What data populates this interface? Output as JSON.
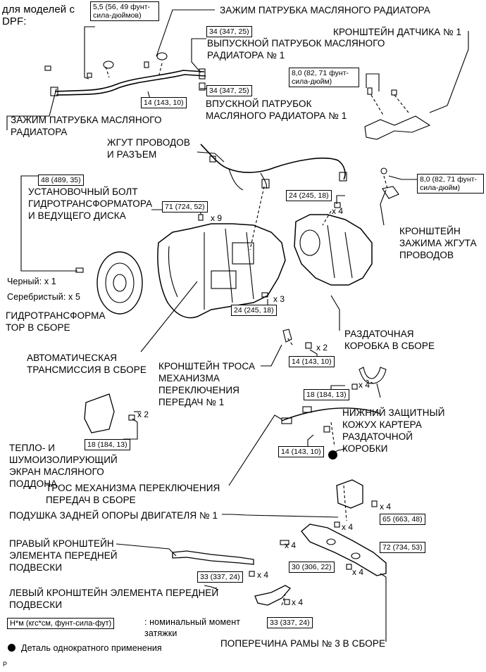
{
  "dpf_note": "для моделей с\nDPF:",
  "torques": {
    "t_5_5": "5,5 (56, 49 фунт-\nсила-дюймов)",
    "t_34_a": "34 (347, 25)",
    "t_34_b": "34 (347, 25)",
    "t_14_a": "14 (143, 10)",
    "t_8_a": "8,0 (82, 71 фунт-\nсила-дюйм)",
    "t_8_b": "8,0 (82, 71 фунт-\nсила-дюйм)",
    "t_48": "48 (489, 35)",
    "t_71": "71 (724, 52)",
    "t_24_a": "24 (245, 18)",
    "t_24_b": "24 (245, 18)",
    "t_14_b": "14 (143, 10)",
    "t_18_a": "18 (184, 13)",
    "t_18_b": "18 (184, 13)",
    "t_14_c": "14 (143, 10)",
    "t_65": "65 (663, 48)",
    "t_72": "72 (734, 53)",
    "t_30": "30 (306, 22)",
    "t_33_a": "33 (337, 24)",
    "t_33_b": "33 (337, 24)"
  },
  "labels": {
    "oil_cooler_hose_clamp_top": "ЗАЖИМ ПАТРУБКА МАСЛЯНОГО РАДИАТОРА",
    "outlet_hose": "ВЫПУСКНОЙ ПАТРУБОК МАСЛЯНОГО\nРАДИАТОРА № 1",
    "inlet_hose": "ВПУСКНОЙ ПАТРУБОК\nМАСЛЯНОГО РАДИАТОРА № 1",
    "oil_cooler_hose_clamp_left": "ЗАЖИМ ПАТРУБКА МАСЛЯНОГО\nРАДИАТОРА",
    "sensor_bracket": "КРОНШТЕЙН ДАТЧИКА № 1",
    "wire_harness": "ЖГУТ ПРОВОДОВ\nИ РАЗЪЕМ",
    "torque_converter_bolt": "УСТАНОВОЧНЫЙ БОЛТ\nГИДРОТРАНСФОРМАТОРА\nИ ВЕДУЩЕГО ДИСКА",
    "black": "Черный: x 1",
    "silver": "Серебристый: x 5",
    "torque_converter": "ГИДРОТРАНСФОРМА\nТОР В СБОРЕ",
    "harness_clamp_bracket": "КРОНШТЕЙН\nЗАЖИМА ЖГУТА\nПРОВОДОВ",
    "transfer_assembly": "РАЗДАТОЧНАЯ\nКОРОБКА В СБОРЕ",
    "auto_transmission": "АВТОМАТИЧЕСКАЯ\nТРАНСМИССИЯ В СБОРЕ",
    "shift_cable_bracket": "КРОНШТЕЙН ТРОСА\nМЕХАНИЗМА\nПЕРЕКЛЮЧЕНИЯ\nПЕРЕДАЧ № 1",
    "transfer_lower_cover": "НИЖНИЙ ЗАЩИТНЫЙ\nКОЖУХ КАРТЕРА\nРАЗДАТОЧНОЙ\nКОРОБКИ",
    "oil_pan_shield": "ТЕПЛО- И\nШУМОИЗОЛИРУЮЩИЙ\nЭКРАН МАСЛЯНОГО\nПОДДОНА",
    "shift_cable": "ТРОС МЕХАНИЗМА ПЕРЕКЛЮЧЕНИЯ\nПЕРЕДАЧ В СБОРЕ",
    "rear_mount_insulator": "ПОДУШКА ЗАДНЕЙ ОПОРЫ ДВИГАТЕЛЯ № 1",
    "right_front_susp_bracket": "ПРАВЫЙ КРОНШТЕЙН\nЭЛЕМЕНТА ПЕРЕДНЕЙ\nПОДВЕСКИ",
    "left_front_susp_bracket": "ЛЕВЫЙ КРОНШТЕЙН ЭЛЕМЕНТА ПЕРЕДНЕЙ\nПОДВЕСКИ",
    "frame_crossmember": "ПОПЕРЕЧИНА РАМЫ № 3 В СБОРЕ"
  },
  "qty": {
    "x9": "x 9",
    "x4_transfer": "x 4",
    "x3": "x 3",
    "x2_bracket": "x 2",
    "x4_cover": "x 4",
    "x2_shield": "x 2",
    "x4_insulator": "x 4",
    "x4_cross_top": "x 4",
    "x4_cross_left": "x 4",
    "x4_cross_bottom": "x 4",
    "x4_right_bracket": "x 4",
    "x4_left_bracket": "x 4"
  },
  "legend": {
    "torque_unit_box": "Н*м (кгс*см, фунт-сила-фут)",
    "torque_unit_desc": ": номинальный момент\nзатяжки",
    "single_use": "Деталь однократного применения"
  },
  "corner_mark": "P"
}
